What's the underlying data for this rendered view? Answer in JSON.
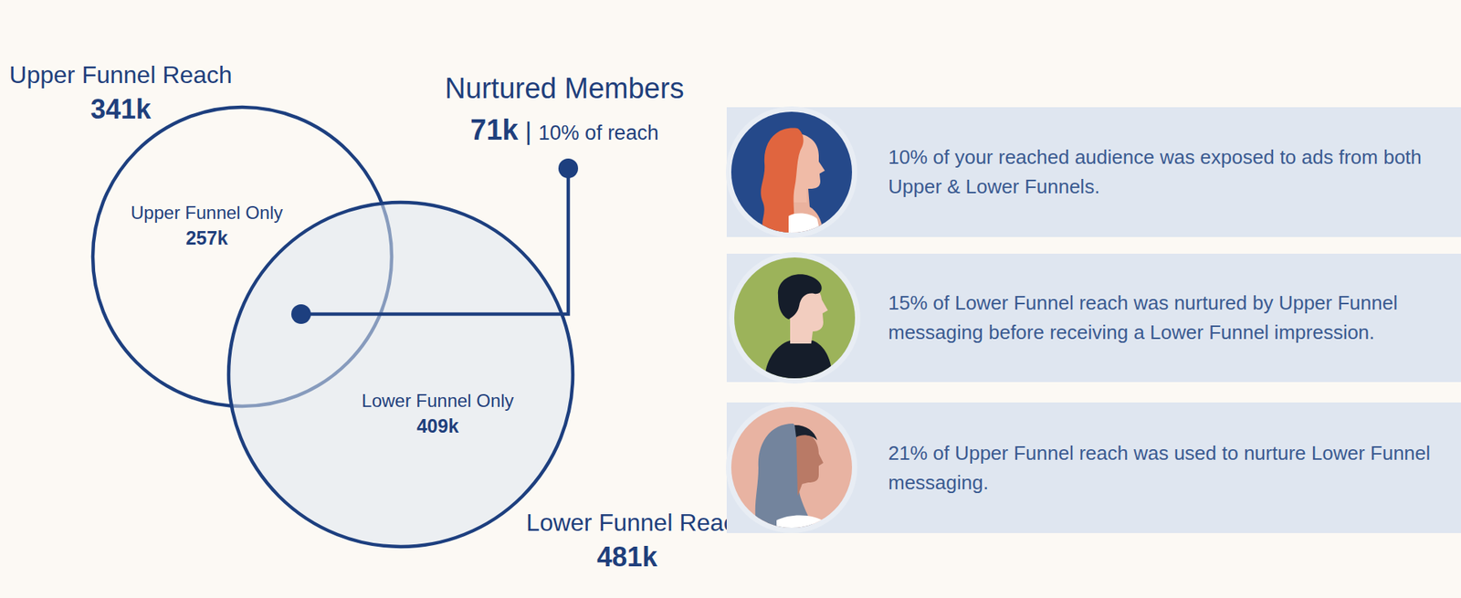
{
  "diagram": {
    "nodes": [
      {
        "text": [
          "Upper Funnel Reach",
          "341k"
        ]
      },
      {
        "text": [
          "Lower Funnel Reach",
          "481k"
        ]
      },
      {
        "text": [
          "10% of your reached audience was exposed to ads from both Upper & Lower Funnels."
        ]
      },
      {
        "text": [
          "15% of Lower Funnel reach was nurtured by Upper Funnel messaging before receiving a Lower Funnel impression."
        ]
      },
      {
        "text": [
          "21% of Upper Funnel reach was used to nurture Lower Funnel messaging."
        ]
      }
    ],
    "labels": [
      "Upper Funnel Only",
      "257k",
      "Lower Funnel Only",
      "409k",
      "Nurtured Members",
      "71k",
      "|",
      "10% of reach"
    ]
  }
}
